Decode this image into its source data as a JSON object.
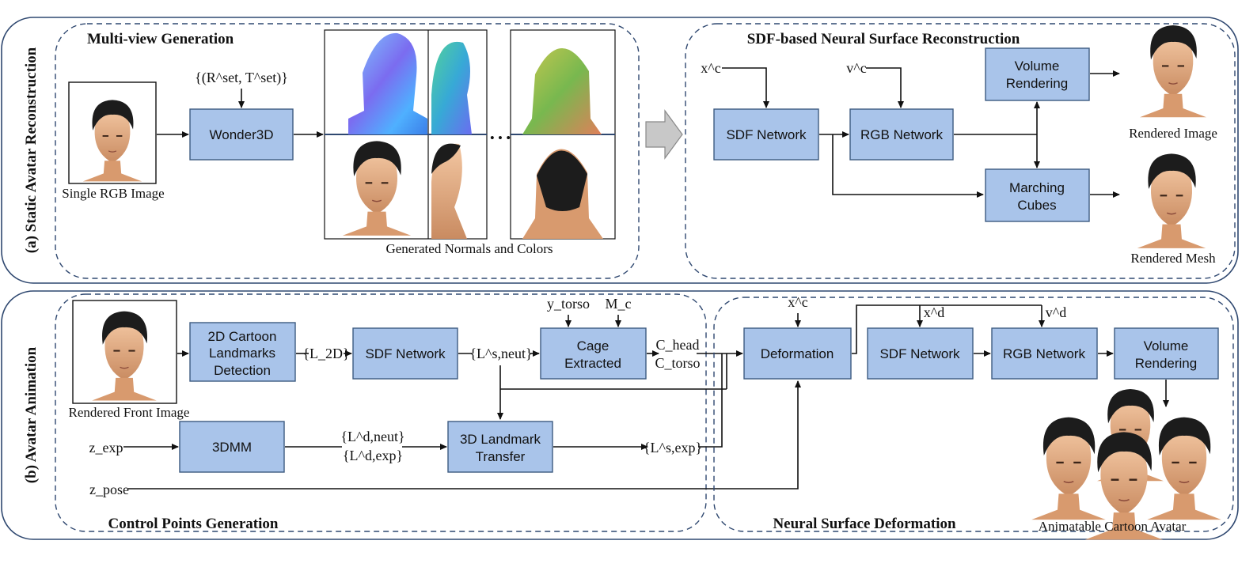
{
  "colors": {
    "node_fill": "#a9c4ea",
    "node_stroke": "#3d5a80",
    "frame": "#2f4870"
  },
  "panel_a": {
    "side_label": "(a)   Static Avatar Reconstruction",
    "multiview": {
      "title": "Multi-view Generation",
      "input_caption": "Single RGB Image",
      "camera_set": "{(R^set, T^set)}",
      "wonder3d": "Wonder3D",
      "ellipsis": "• • •",
      "output_caption": "Generated Normals and Colors"
    },
    "sdf_recon": {
      "title": "SDF-based Neural Surface Reconstruction",
      "xc": "x^c",
      "vc": "v^c",
      "sdf_network": "SDF Network",
      "rgb_network": "RGB Network",
      "volume_rendering": [
        "Volume",
        "Rendering"
      ],
      "marching_cubes": [
        "Marching",
        "Cubes"
      ],
      "rendered_image": "Rendered Image",
      "rendered_mesh": "Rendered Mesh"
    }
  },
  "panel_b": {
    "side_label": "(b)   Avatar Animation",
    "control_points": {
      "title": "Control Points Generation",
      "front_caption": "Rendered Front Image",
      "landmarks": [
        "2D Cartoon",
        "Landmarks",
        "Detection"
      ],
      "l2d": "{L_2D}",
      "sdf_network": "SDF Network",
      "ls_neut": "{L^s,neut}",
      "y_torso": "y_torso",
      "m_c": "M_c",
      "cage": [
        "Cage",
        "Extracted"
      ],
      "c_head": "C_head",
      "c_torso": "C_torso",
      "z_exp": "z_exp",
      "dmm": "3DMM",
      "ld_neut": "{L^d,neut}",
      "ld_exp": "{L^d,exp}",
      "transfer": [
        "3D Landmark",
        "Transfer"
      ],
      "ls_exp": "{L^s,exp}",
      "z_pose": "z_pose"
    },
    "deformation": {
      "title": "Neural Surface Deformation",
      "xc": "x^c",
      "xd": "x^d",
      "vd": "v^d",
      "deformation": "Deformation",
      "sdf_network": "SDF Network",
      "rgb_network": "RGB Network",
      "volume_rendering": [
        "Volume",
        "Rendering"
      ],
      "avatar_caption": "Animatable Cartoon Avatar"
    }
  }
}
